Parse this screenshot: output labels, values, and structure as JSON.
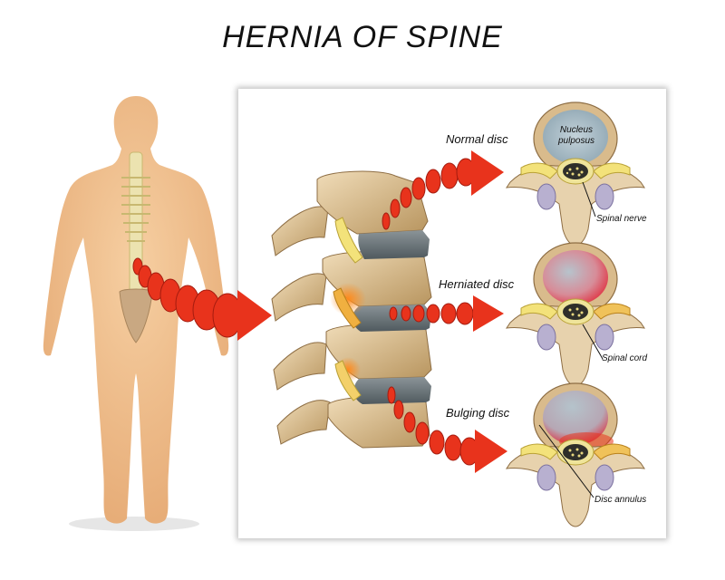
{
  "title": "HERNIA OF SPINE",
  "labels": {
    "normal_disc": "Normal disc",
    "herniated_disc": "Herniated disc",
    "bulging_disc": "Bulging disc",
    "nucleus_line1": "Nucleus",
    "nucleus_line2": "pulposus",
    "spinal_nerve": "Spinal nerve",
    "spinal_cord": "Spinal cord",
    "disc_annulus": "Disc annulus"
  },
  "colors": {
    "skin": "#f2c494",
    "bone": "#d9bb8c",
    "arrow_red": "#e8331c",
    "nucleus_normal": "#a9bcc6",
    "nucleus_inflamed": "#d8394a",
    "nerve_yellow": "#f3e27a"
  }
}
